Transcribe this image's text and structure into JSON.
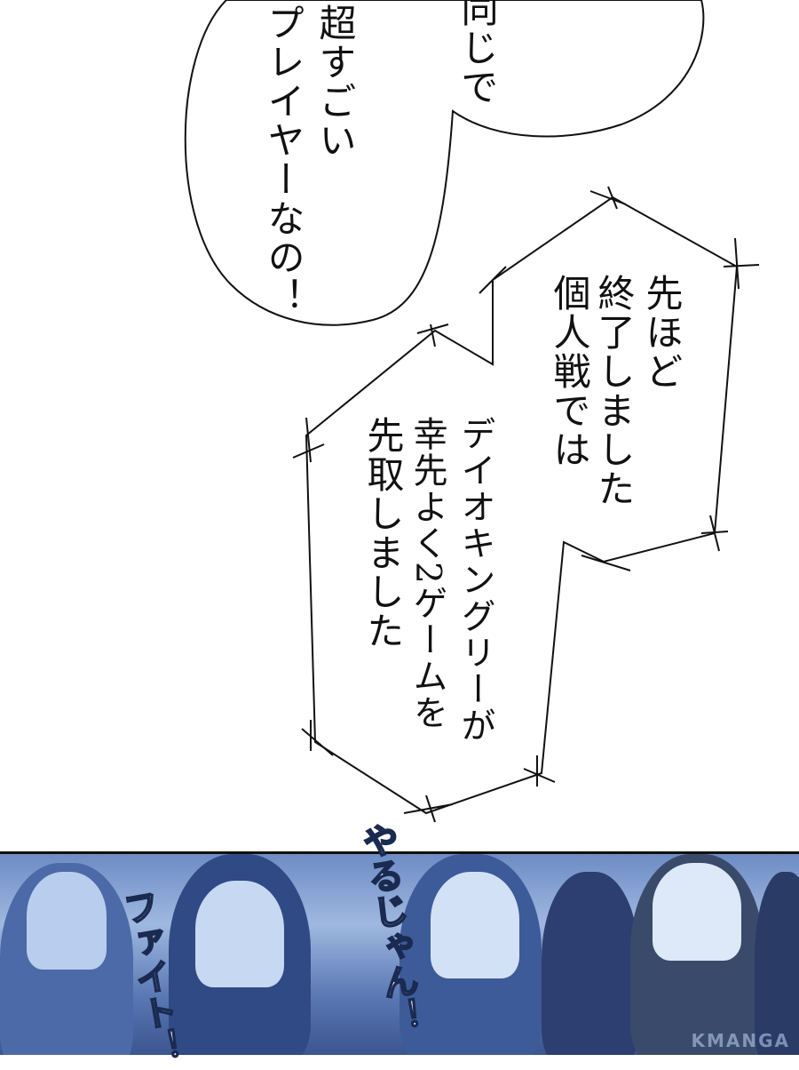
{
  "speech_bubble": {
    "lines": [
      "同じで",
      "超すごい",
      "プレイヤーなの！"
    ]
  },
  "narration_box": {
    "lines": [
      "先ほど",
      "終了しました",
      "個人戦では",
      "デイオキングリーが",
      "幸先よく2ゲームを",
      "先取しました"
    ]
  },
  "crowd_panel": {
    "sfx_right": "やるじゃん！",
    "sfx_left": "ファイト！",
    "watermark": "KMANGA",
    "tint_color": "#7c9bd0"
  }
}
